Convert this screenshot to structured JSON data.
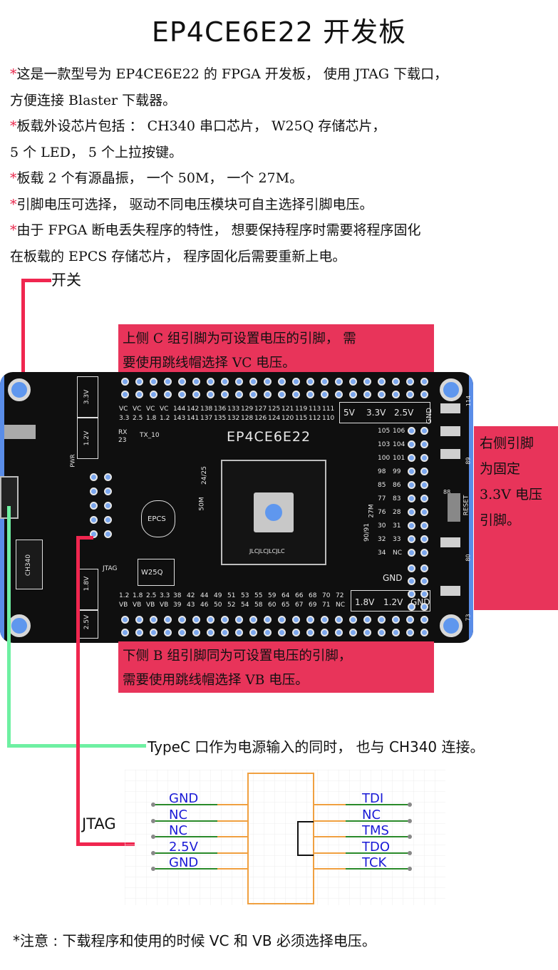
{
  "title": "EP4CE6E22 开发板",
  "description": {
    "lines": [
      {
        "star": "*",
        "text": "这是一款型号为 EP4CE6E22 的 FPGA 开发板， 使用 JTAG 下载口，"
      },
      {
        "star": "",
        "text": "方便连接 Blaster 下载器。"
      },
      {
        "star": "*",
        "text": "板载外设芯片包括 ： CH340 串口芯片， W25Q 存储芯片，"
      },
      {
        "star": "",
        "text": "5 个 LED， 5 个上拉按键。"
      },
      {
        "star": "*",
        "text": "板载 2 个有源晶振， 一个 50M， 一个 27M。"
      },
      {
        "star": "*",
        "text": "引脚电压可选择， 驱动不同电压模块可自主选择引脚电压。"
      },
      {
        "star": "*",
        "text": "由于 FPGA 断电丢失程序的特性， 想要保持程序时需要将程序固化"
      },
      {
        "star": "",
        "text": "在板载的 EPCS 存储芯片， 程序固化后需要重新上电。"
      }
    ]
  },
  "labels": {
    "switch": "开关",
    "top_note_line1": "上侧 C 组引脚为可设置电压的引脚， 需",
    "top_note_line2": "要使用跳线帽选择 VC 电压。",
    "right_note_line1": "右侧引脚",
    "right_note_line2": "为固定",
    "right_note_line3": "3.3V 电压",
    "right_note_line4": "引脚。",
    "bottom_note_line1": "下侧 B 组引脚同为可设置电压的引脚，",
    "bottom_note_line2": "需要使用跳线帽选择 VB 电压。",
    "typec": "TypeC 口作为电源输入的同时， 也与 CH340 连接。",
    "jtag": "JTAG"
  },
  "board": {
    "chip_name": "EP4CE6E22",
    "chip_marking": "JLCJLCJLCJLC",
    "silk": {
      "v33": "3.3V",
      "v12": "1.2V",
      "v18": "1.8V",
      "v25": "2.5V",
      "pwr": "PWR",
      "ch340": "CH340",
      "jtag": "JTAG",
      "epcs": "EPCS",
      "w25q": "W25Q",
      "rx": "RX",
      "rx_num": "23",
      "tx": "TX_10",
      "gnd": "GND",
      "v5": "5V",
      "v33b": "3.3V",
      "v25b": "2.5V",
      "gnd_b": "GND",
      "v18b": "1.8V",
      "v12b": "1.2V",
      "gnd_c": "GND",
      "osc50": "50M",
      "osc_num": "24/25",
      "osc27": "27M",
      "osc_num2": "90/91",
      "reset": "RESET",
      "num114": "114",
      "num89": "89",
      "num88": "88",
      "num80": "80",
      "num73": "73"
    },
    "top_row1": [
      "VC",
      "VC",
      "VC",
      "VC",
      "144",
      "142",
      "138",
      "136",
      "133",
      "129",
      "127",
      "125",
      "121",
      "119",
      "113",
      "111"
    ],
    "top_row2": [
      "3.3",
      "2.5",
      "1.8",
      "1.2",
      "143",
      "141",
      "137",
      "135",
      "132",
      "128",
      "126",
      "124",
      "120",
      "115",
      "112",
      "110"
    ],
    "bottom_row1": [
      "1.2",
      "1.8",
      "2.5",
      "3.3",
      "38",
      "42",
      "44",
      "49",
      "51",
      "53",
      "55",
      "59",
      "64",
      "66",
      "68",
      "70",
      "72"
    ],
    "bottom_row2": [
      "VB",
      "VB",
      "VB",
      "VB",
      "39",
      "43",
      "46",
      "50",
      "52",
      "54",
      "58",
      "60",
      "65",
      "67",
      "69",
      "71",
      "NC"
    ],
    "right_pins": [
      [
        "105",
        "106"
      ],
      [
        "103",
        "104"
      ],
      [
        "100",
        "101"
      ],
      [
        "98",
        "99"
      ],
      [
        "85",
        "86"
      ],
      [
        "77",
        "83"
      ],
      [
        "76",
        "28"
      ],
      [
        "30",
        "31"
      ],
      [
        "32",
        "33"
      ],
      [
        "34",
        "NC"
      ]
    ]
  },
  "jtag_pins": {
    "left": [
      "GND",
      "NC",
      "NC",
      "2.5V",
      "GND"
    ],
    "right": [
      "TDI",
      "NC",
      "TMS",
      "TDO",
      "TCK"
    ]
  },
  "footer": {
    "star": "*",
    "text": "注意 : 下载程序和使用的时候 VC 和 VB 必须选择电压。"
  },
  "colors": {
    "accent_red": "#e8254a",
    "note_bg": "#e8345a",
    "green_line": "#6ef0a2",
    "pin_blue": "#7aa6ee",
    "jtag_text": "#1a1ad6",
    "box_orange": "#f0a040",
    "wire_green": "#2a8a2a"
  }
}
